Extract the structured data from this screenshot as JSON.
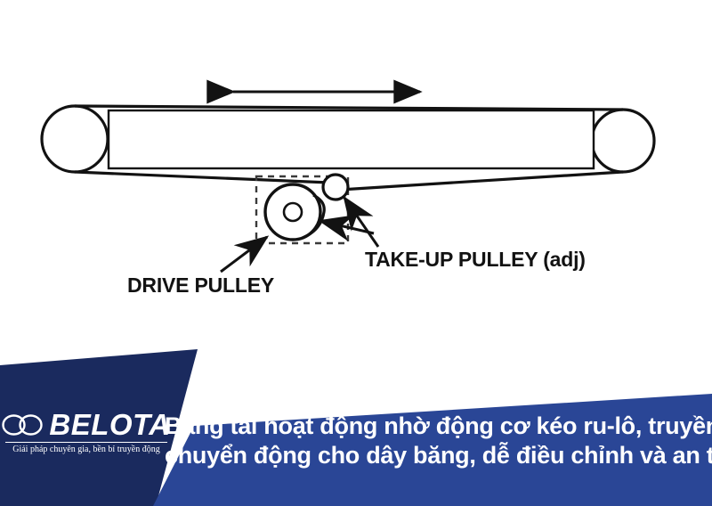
{
  "diagram": {
    "title": "conveyor-belt-pulley-diagram",
    "labels": {
      "drive_pulley": "DRIVE PULLEY",
      "takeup_pulley": "TAKE-UP PULLEY (adj)"
    },
    "direction_arrow": "double-headed-horizontal-arrow",
    "colors": {
      "line": "#121212",
      "background": "#ffffff"
    }
  },
  "banner": {
    "logo": {
      "wordmark": "BELOTA",
      "tagline": "Giải pháp chuyên gia, bền bỉ truyền động",
      "mark": "infinity-icon"
    },
    "caption": {
      "line1": "Băng tải hoạt động nhờ động cơ kéo ru-lô, truyền",
      "line2": "chuyển động cho dây băng, dễ điều chỉnh và an toàn"
    },
    "colors": {
      "navy": "#1a2a5e",
      "blue": "#2a4696",
      "text": "#ffffff"
    }
  }
}
